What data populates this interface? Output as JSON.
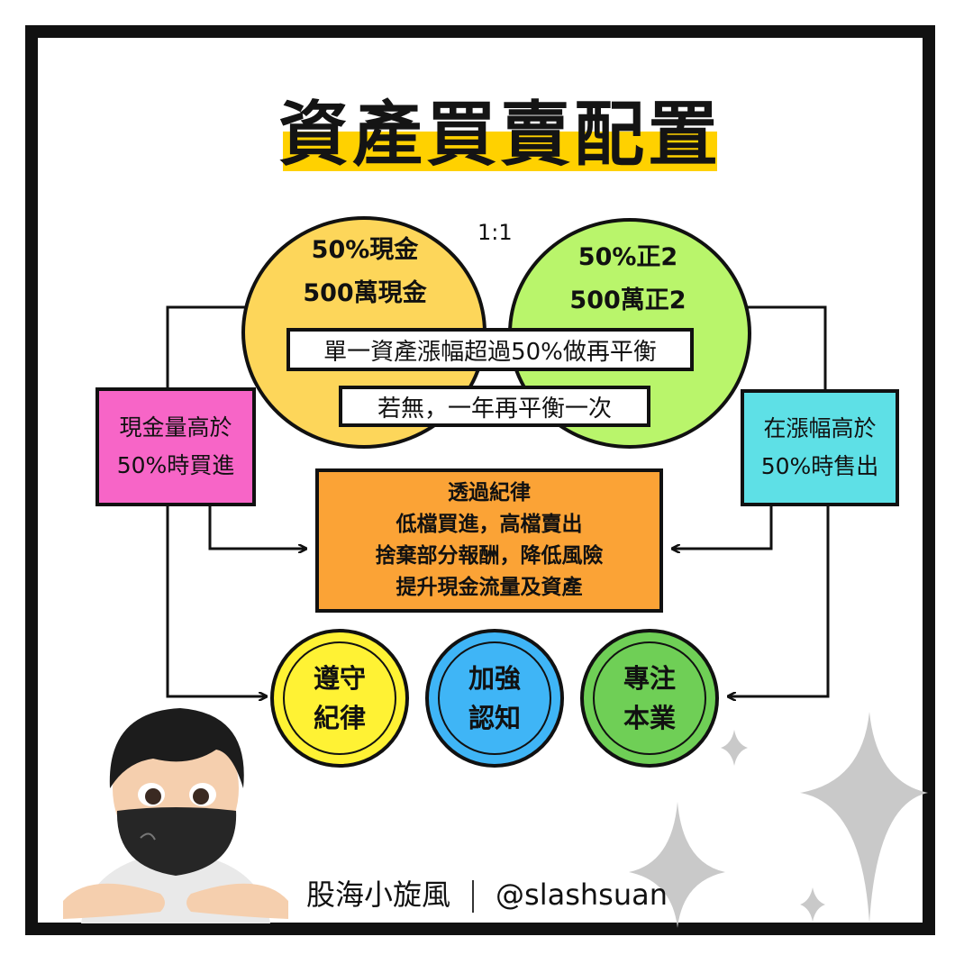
{
  "title": "資產買賣配置",
  "ratio_label": "1:1",
  "cash_circle": {
    "line1": "50%現金",
    "line2": "500萬現金",
    "color": "#fdd65a"
  },
  "etf_circle": {
    "line1": "50%正2",
    "line2": "500萬正2",
    "color": "#b9f56b"
  },
  "rebalance_rule": "單一資產漲幅超過50%做再平衡",
  "fallback_rule": "若無，一年再平衡一次",
  "buy_box": {
    "line1": "現金量高於",
    "line2": "50%時買進",
    "color": "#f765c7"
  },
  "sell_box": {
    "line1": "在漲幅高於",
    "line2": "50%時售出",
    "color": "#5ee0e6"
  },
  "discipline_box": {
    "lines": [
      "透過紀律",
      "低檔買進，高檔賣出",
      "捨棄部分報酬，降低風險",
      "提升現金流量及資產"
    ],
    "color": "#fba336"
  },
  "principles": [
    {
      "line1": "遵守",
      "line2": "紀律",
      "color": "#fff234"
    },
    {
      "line1": "加強",
      "line2": "認知",
      "color": "#3fb5f6"
    },
    {
      "line1": "專注",
      "line2": "本業",
      "color": "#6fcf56"
    }
  ],
  "footer": {
    "author": "股海小旋風",
    "handle": "@slashsuan"
  }
}
